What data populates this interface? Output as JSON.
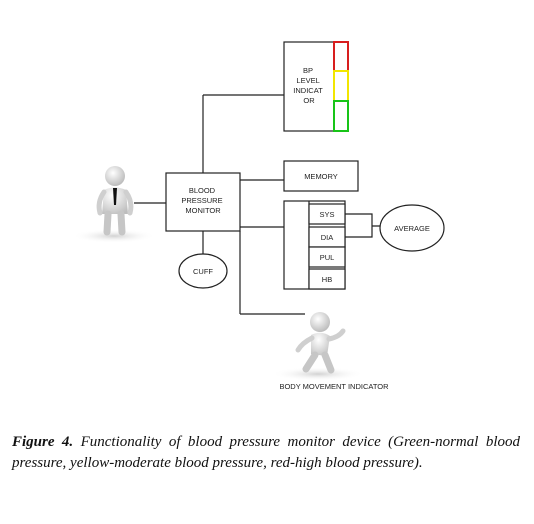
{
  "diagram": {
    "bp_indicator": {
      "lines": [
        "BP",
        "LEVEL",
        "INDICAT",
        "OR"
      ]
    },
    "monitor": {
      "lines": [
        "BLOOD",
        "PRESSURE",
        "MONITOR"
      ]
    },
    "memory_label": "MEMORY",
    "readings": [
      "SYS",
      "DIA",
      "PUL",
      "HB"
    ],
    "average_label": "AVERAGE",
    "cuff_label": "CUFF",
    "body_movement_label": "BODY MOVEMENT INDICATOR",
    "level_colors": {
      "high": "#d81e1e",
      "moderate": "#f2e600",
      "normal": "#18c418"
    }
  },
  "caption": {
    "figure_label": "Figure 4.",
    "text": "Functionality of blood pressure monitor device (Green-normal blood pressure, yellow-moderate blood pressure, red-high blood pressure)."
  }
}
